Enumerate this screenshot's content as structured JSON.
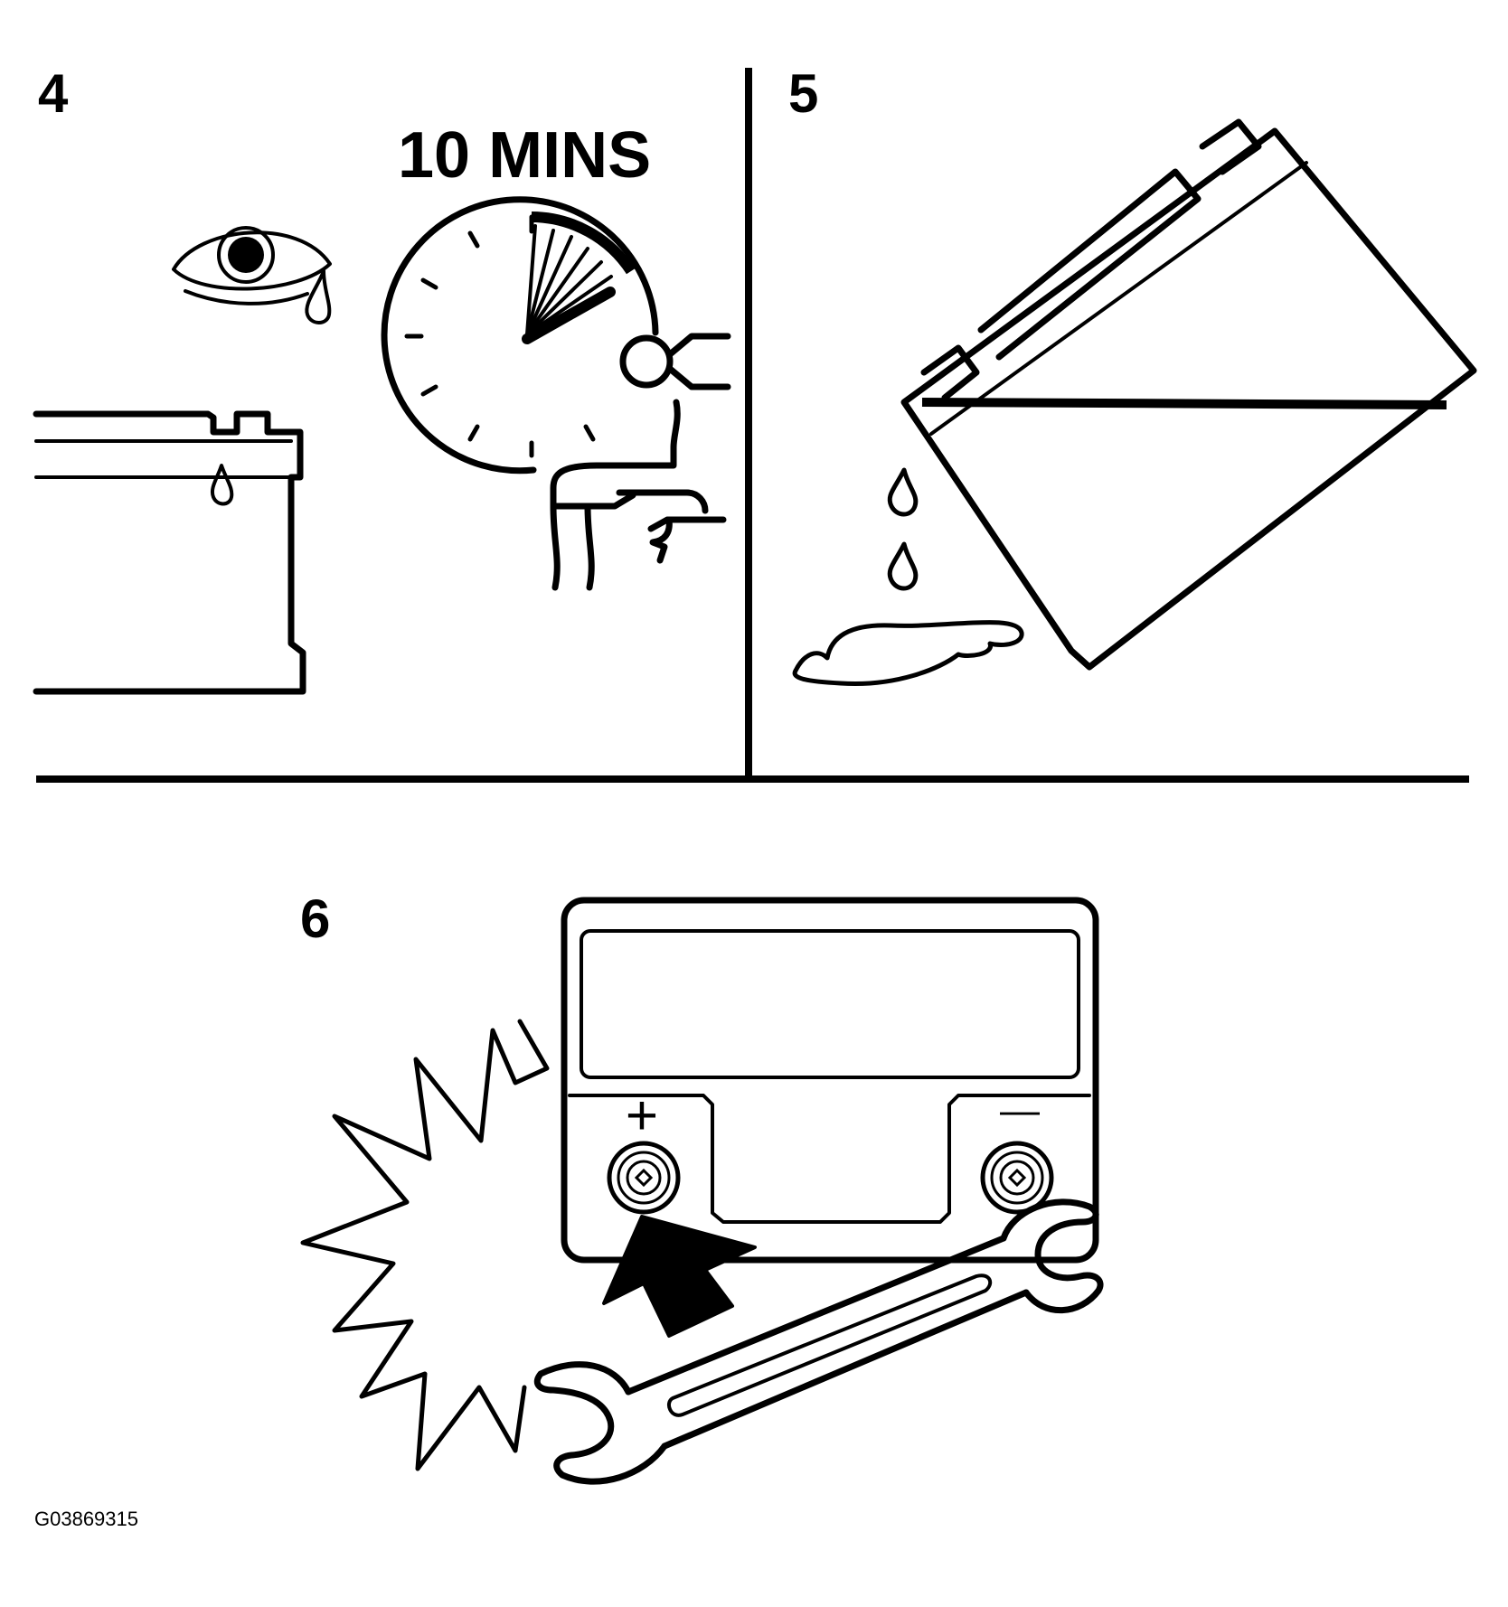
{
  "panels": [
    {
      "step": "4",
      "caption": "10 MINS"
    },
    {
      "step": "5"
    },
    {
      "step": "6",
      "plus_symbol": "+",
      "minus_symbol": "—"
    }
  ],
  "figure_code": "G03869315",
  "icons": [
    "eye-tear-icon",
    "clock-icon",
    "water-tap-icon",
    "battery-icon",
    "tilted-battery-icon",
    "spill-puddle-icon",
    "spark-burst-icon",
    "arrow-icon",
    "wrench-icon"
  ]
}
